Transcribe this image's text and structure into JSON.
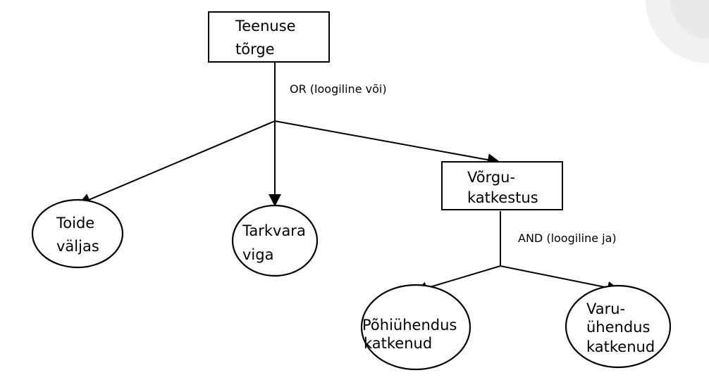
{
  "diagram": {
    "root": {
      "line1": "Teenuse",
      "line2": "tõrge"
    },
    "root_gate": "OR (loogiline või)",
    "leaf_power": {
      "line1": "Toide",
      "line2": "väljas"
    },
    "leaf_software": {
      "line1": "Tarkvara",
      "line2": "viga"
    },
    "network": {
      "line1": "Võrgu-",
      "line2": "katkestus"
    },
    "network_gate": "AND (loogiline ja)",
    "leaf_primary": {
      "line1": "Põhiühendus",
      "line2": "katkenud"
    },
    "leaf_backup": {
      "line1": "Varu-",
      "line2": "ühendus",
      "line3": "katkenud"
    }
  }
}
